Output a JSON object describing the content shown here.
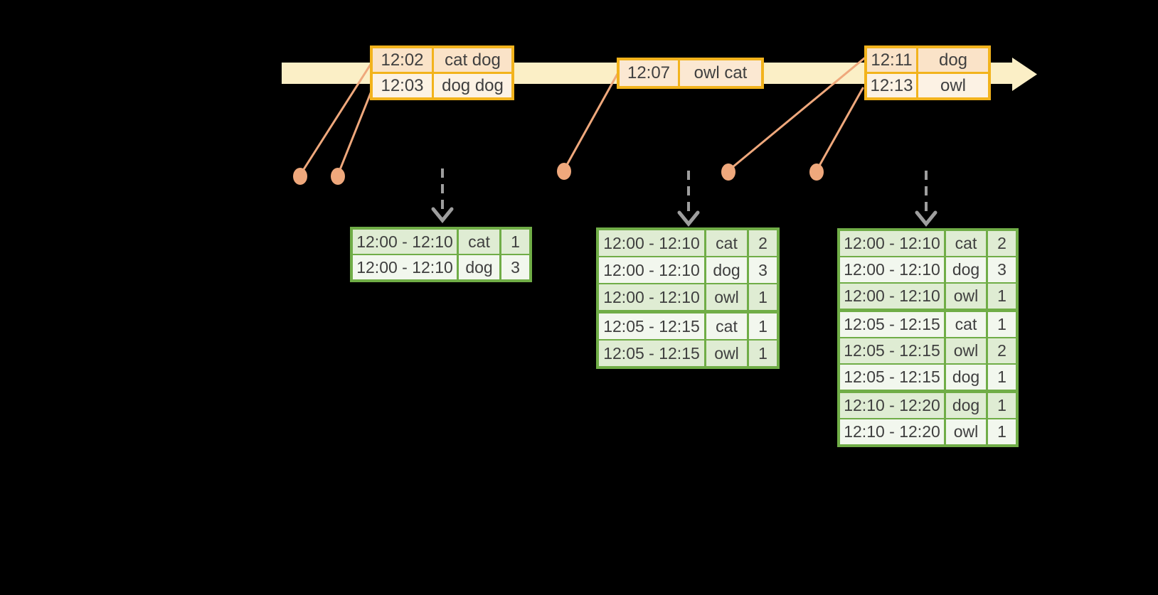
{
  "colors": {
    "background": "#000000",
    "timeline-fill": "#FBEFC6",
    "event-border": "#F2B31C",
    "event-row-dark": "#FAE3C8",
    "event-row-mid": "#FBE8D2",
    "event-row-light": "#FCF2E4",
    "connector": "#EFA87C",
    "table-border": "#70AD47",
    "table-row-dark": "#DFECD3",
    "table-row-light": "#F2F7EE",
    "trigger-arrow": "#9E9E9E",
    "text": "#3F3F3F"
  },
  "event_boxes": [
    {
      "rows": [
        {
          "time": "12:02",
          "words": "cat dog"
        },
        {
          "time": "12:03",
          "words": "dog dog"
        }
      ]
    },
    {
      "rows": [
        {
          "time": "12:07",
          "words": "owl cat"
        }
      ]
    },
    {
      "rows": [
        {
          "time": "12:11",
          "words": "dog"
        },
        {
          "time": "12:13",
          "words": "owl"
        }
      ]
    }
  ],
  "result_tables": [
    {
      "rows": [
        {
          "window": "12:00 - 12:10",
          "word": "cat",
          "count": "1"
        },
        {
          "window": "12:00 - 12:10",
          "word": "dog",
          "count": "3"
        }
      ]
    },
    {
      "rows": [
        {
          "window": "12:00 - 12:10",
          "word": "cat",
          "count": "2"
        },
        {
          "window": "12:00 - 12:10",
          "word": "dog",
          "count": "3"
        },
        {
          "window": "12:00 - 12:10",
          "word": "owl",
          "count": "1"
        },
        {
          "window": "12:05 - 12:15",
          "word": "cat",
          "count": "1"
        },
        {
          "window": "12:05 - 12:15",
          "word": "owl",
          "count": "1"
        }
      ]
    },
    {
      "rows": [
        {
          "window": "12:00 - 12:10",
          "word": "cat",
          "count": "2"
        },
        {
          "window": "12:00 - 12:10",
          "word": "dog",
          "count": "3"
        },
        {
          "window": "12:00 - 12:10",
          "word": "owl",
          "count": "1"
        },
        {
          "window": "12:05 - 12:15",
          "word": "cat",
          "count": "1"
        },
        {
          "window": "12:05 - 12:15",
          "word": "owl",
          "count": "2"
        },
        {
          "window": "12:05 - 12:15",
          "word": "dog",
          "count": "1"
        },
        {
          "window": "12:10 - 12:20",
          "word": "dog",
          "count": "1"
        },
        {
          "window": "12:10 - 12:20",
          "word": "owl",
          "count": "1"
        }
      ]
    }
  ]
}
